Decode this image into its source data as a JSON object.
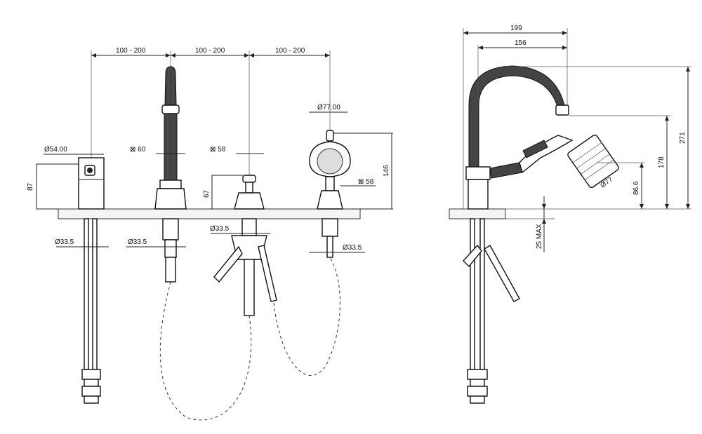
{
  "front_view": {
    "spacing_1": "100 - 200",
    "spacing_2": "100 - 200",
    "spacing_3": "100 - 200",
    "handle_diameter": "Ø54.00",
    "handle_height": "87",
    "spout_size": "⊠ 60",
    "valve_size": "⊠ 58",
    "valve_height": "67",
    "shower_diameter": "Ø77.00",
    "shower_holder_size": "⊠ 58",
    "shower_height": "146",
    "hole_1": "Ø33.5",
    "hole_2": "Ø33.5",
    "hole_3": "Ø33.5",
    "hole_4": "Ø33.5"
  },
  "side_view": {
    "spout_reach_total": "199",
    "spout_reach": "156",
    "total_height": "271",
    "spout_height": "178",
    "shower_height": "86.6",
    "shower_diameter": "Ø77",
    "deck_max": "25 MAX"
  }
}
